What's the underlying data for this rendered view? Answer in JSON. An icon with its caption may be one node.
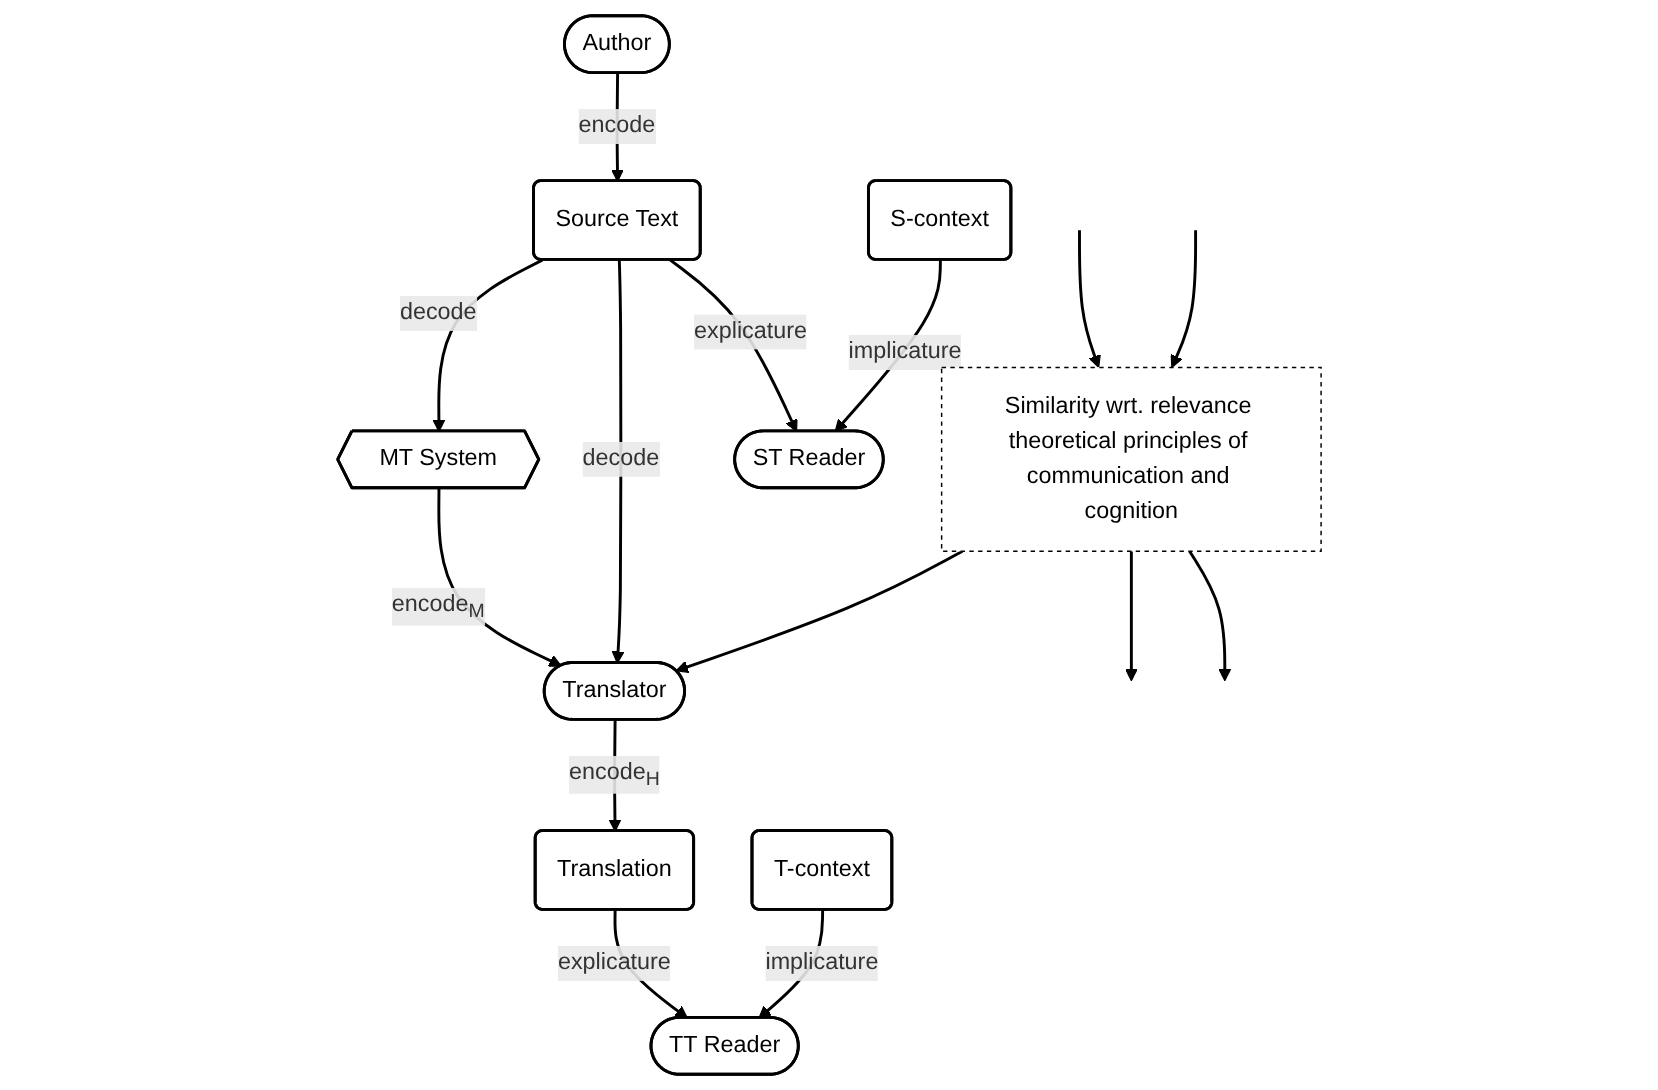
{
  "diagram": {
    "nodes": [
      {
        "text": [
          "Author"
        ]
      },
      {
        "text": [
          "MT System"
        ]
      },
      {
        "text": [
          "Source Text"
        ]
      },
      {
        "text": [
          "Translator"
        ]
      },
      {
        "text": [
          "Translation"
        ]
      },
      {
        "text": [
          "ST Reader"
        ]
      },
      {
        "text": [
          "Similarity wrt. relevance theoretical principles of communication and cognition"
        ]
      },
      {
        "text": [
          "TT Reader"
        ]
      },
      {
        "text": [
          "S-context"
        ]
      },
      {
        "text": [
          "T-context"
        ]
      }
    ],
    "edges": [
      {
        "from": 0,
        "to": 2,
        "arrow": "to",
        "label": "encode"
      },
      {
        "from": 2,
        "to": 1,
        "arrow": "to",
        "label": "decode"
      },
      {
        "from": 1,
        "to": 3,
        "arrow": "to",
        "label": "encode$_{M}$"
      },
      {
        "from": 2,
        "to": 3,
        "arrow": "to",
        "label": "decode"
      },
      {
        "from": 3,
        "to": 4,
        "arrow": "to",
        "label": "encode$_{H}$"
      },
      {
        "from": 2,
        "to": 5,
        "arrow": "to",
        "label": "explicature"
      },
      {
        "from": null,
        "to": 6,
        "arrow": "to"
      },
      {
        "from": 8,
        "to": 5,
        "arrow": "to",
        "label": "implicature"
      },
      {
        "from": null,
        "to": 6,
        "arrow": "to"
      },
      {
        "from": 6,
        "to": 3,
        "arrow": "to"
      },
      {
        "from": 4,
        "to": 7,
        "arrow": "to",
        "label": "explicature"
      },
      {
        "from": 6,
        "to": null,
        "arrow": "to"
      },
      {
        "from": 9,
        "to": 7,
        "arrow": "to",
        "label": "implicature"
      },
      {
        "from": 6,
        "to": null,
        "arrow": "to"
      }
    ]
  }
}
